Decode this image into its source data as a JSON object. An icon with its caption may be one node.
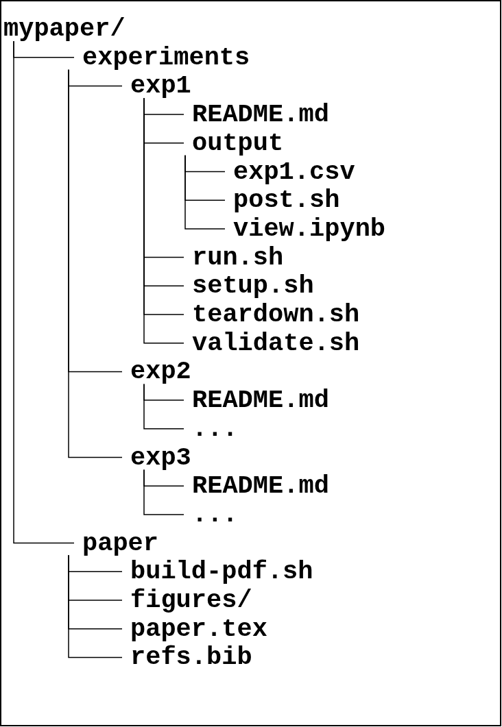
{
  "diagram": {
    "nodes": [
      {
        "text": [
          "mypaper/"
        ]
      },
      {
        "text": [
          "experiments"
        ]
      },
      {
        "text": [
          "exp1"
        ]
      },
      {
        "text": [
          "README.md"
        ]
      },
      {
        "text": [
          "output"
        ]
      },
      {
        "text": [
          "exp1.csv"
        ]
      },
      {
        "text": [
          "post.sh"
        ]
      },
      {
        "text": [
          "view.ipynb"
        ]
      },
      {
        "text": [
          "run.sh"
        ]
      },
      {
        "text": [
          "setup.sh"
        ]
      },
      {
        "text": [
          "teardown.sh"
        ]
      },
      {
        "text": [
          "validate.sh"
        ]
      },
      {
        "text": [
          "exp2"
        ]
      },
      {
        "text": [
          "README.md"
        ]
      },
      {
        "text": [
          "..."
        ]
      },
      {
        "text": [
          "exp3"
        ]
      },
      {
        "text": [
          "README.md"
        ]
      },
      {
        "text": [
          "..."
        ]
      },
      {
        "text": [
          "paper"
        ]
      },
      {
        "text": [
          "build-pdf.sh"
        ]
      },
      {
        "text": [
          "figures/"
        ]
      },
      {
        "text": [
          "paper.tex"
        ]
      },
      {
        "text": [
          "refs.bib"
        ]
      }
    ],
    "edges": [
      {
        "from": 0,
        "to": 1,
        "arrow": "none"
      },
      {
        "from": 1,
        "to": 2,
        "arrow": "none"
      },
      {
        "from": 2,
        "to": 3,
        "arrow": "none"
      },
      {
        "from": 2,
        "to": 4,
        "arrow": "none"
      },
      {
        "from": 4,
        "to": 5,
        "arrow": "none"
      },
      {
        "from": 4,
        "to": 6,
        "arrow": "none"
      },
      {
        "from": 4,
        "to": 7,
        "arrow": "none"
      },
      {
        "from": 2,
        "to": 8,
        "arrow": "none"
      },
      {
        "from": 2,
        "to": 9,
        "arrow": "none"
      },
      {
        "from": 2,
        "to": 10,
        "arrow": "none"
      },
      {
        "from": 2,
        "to": 11,
        "arrow": "none"
      },
      {
        "from": 1,
        "to": 12,
        "arrow": "none"
      },
      {
        "from": 12,
        "to": 13,
        "arrow": "none"
      },
      {
        "from": 12,
        "to": 14,
        "arrow": "none"
      },
      {
        "from": 1,
        "to": 15,
        "arrow": "none"
      },
      {
        "from": 15,
        "to": 16,
        "arrow": "none"
      },
      {
        "from": 15,
        "to": 17,
        "arrow": "none"
      },
      {
        "from": 0,
        "to": 18,
        "arrow": "none"
      },
      {
        "from": 18,
        "to": 19,
        "arrow": "none"
      },
      {
        "from": 18,
        "to": 20,
        "arrow": "none"
      },
      {
        "from": 18,
        "to": 21,
        "arrow": "none"
      },
      {
        "from": 18,
        "to": 22,
        "arrow": "none"
      }
    ]
  }
}
